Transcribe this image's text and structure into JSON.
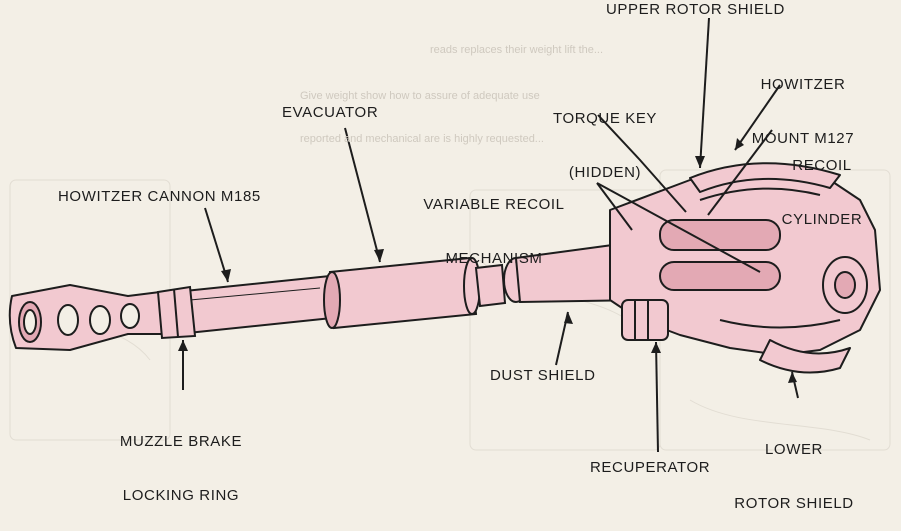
{
  "labels": {
    "upper_rotor_shield": "UPPER ROTOR SHIELD",
    "howitzer_mount": [
      "HOWITZER",
      "MOUNT M127"
    ],
    "torque_key": [
      "TORQUE KEY",
      "(HIDDEN)"
    ],
    "recoil_cylinder": [
      "RECOIL",
      "CYLINDER"
    ],
    "evacuator": "EVACUATOR",
    "variable_recoil": [
      "VARIABLE RECOIL",
      "MECHANISM"
    ],
    "howitzer_cannon": "HOWITZER CANNON M185",
    "dust_shield": "DUST SHIELD",
    "muzzle_brake": [
      "MUZZLE BRAKE",
      "LOCKING RING"
    ],
    "lower_rotor_shield": [
      "LOWER",
      "ROTOR SHIELD"
    ],
    "recuperator": "RECUPERATOR"
  },
  "colors": {
    "paper": "#f3efe6",
    "pink": "#f2c9d0",
    "pink_dark": "#e3a9b4",
    "ink": "#1d1d1d"
  }
}
